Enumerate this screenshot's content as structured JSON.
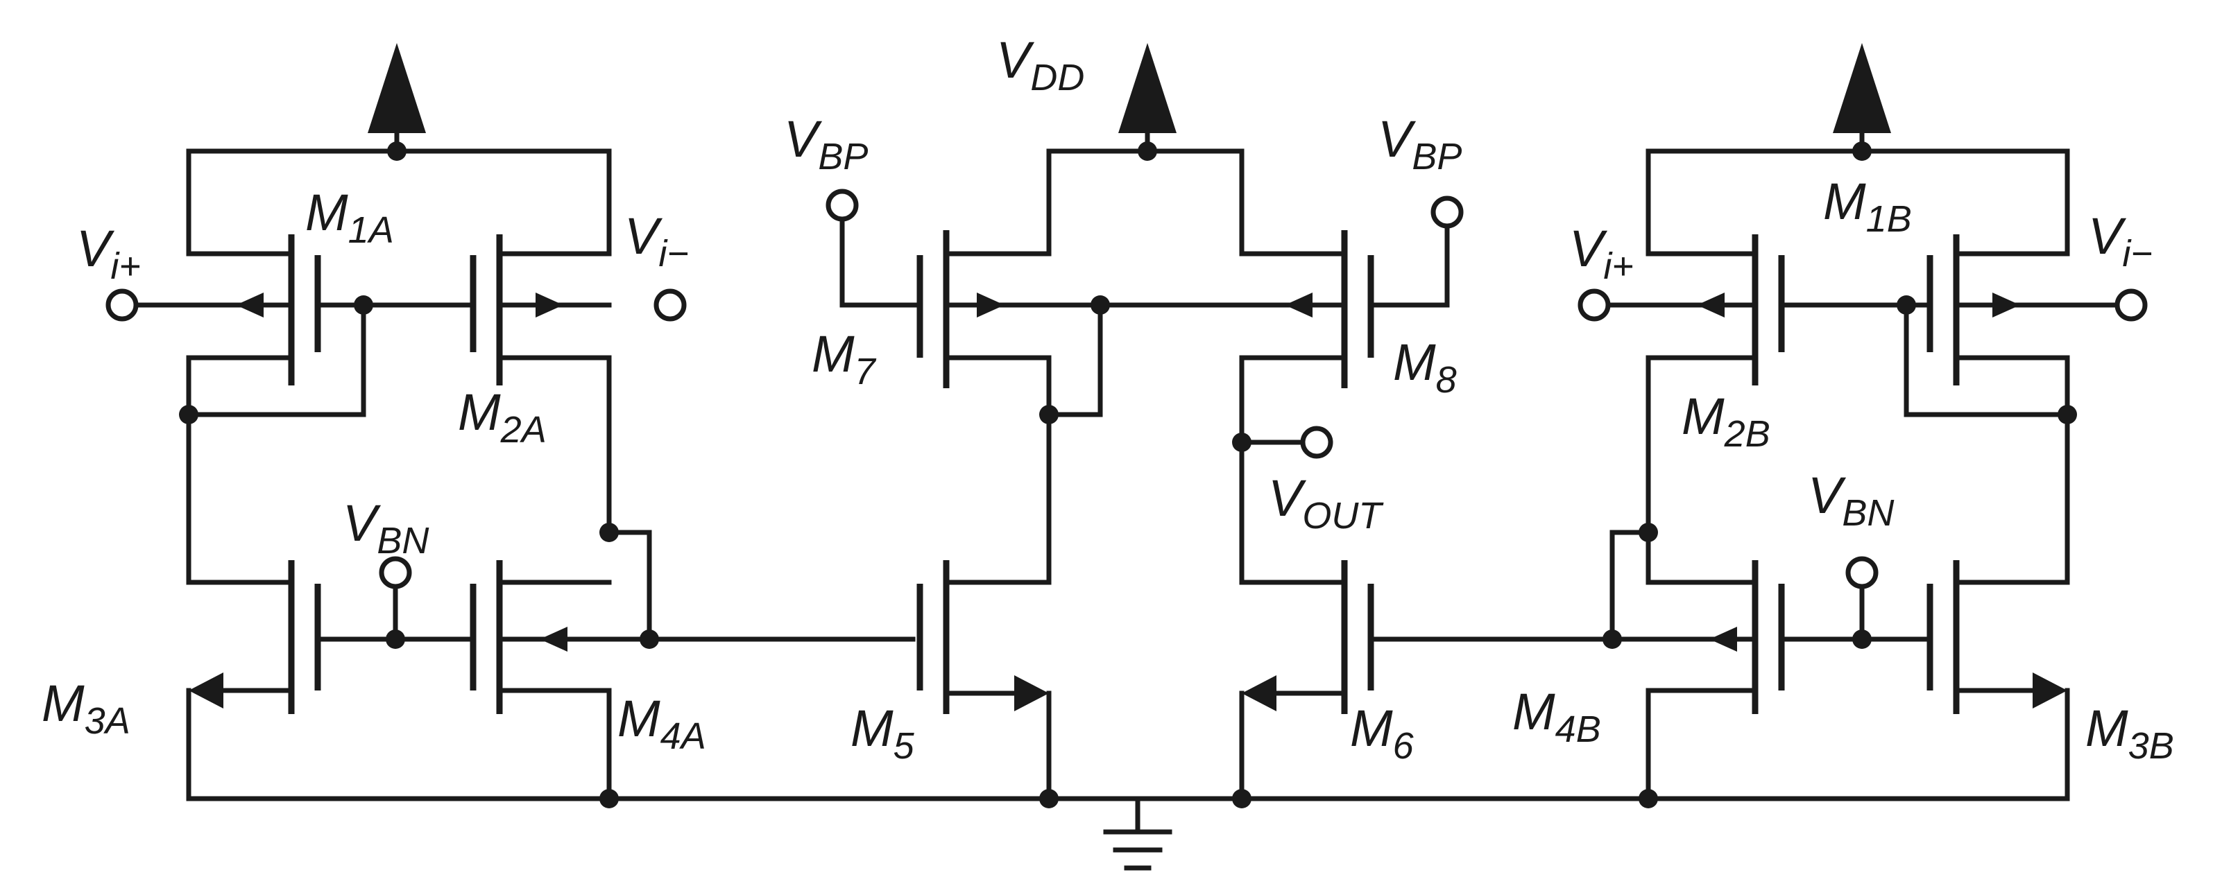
{
  "labels": {
    "vdd": {
      "main": "V",
      "sub": "DD"
    },
    "vbp": {
      "main": "V",
      "sub": "BP"
    },
    "vbn": {
      "main": "V",
      "sub": "BN"
    },
    "vout": {
      "main": "V",
      "sub": "OUT"
    },
    "vip": {
      "main": "V",
      "sub": "i+"
    },
    "vim": {
      "main": "V",
      "sub": "i−"
    },
    "m1a": {
      "main": "M",
      "sub": "1A"
    },
    "m2a": {
      "main": "M",
      "sub": "2A"
    },
    "m3a": {
      "main": "M",
      "sub": "3A"
    },
    "m4a": {
      "main": "M",
      "sub": "4A"
    },
    "m1b": {
      "main": "M",
      "sub": "1B"
    },
    "m2b": {
      "main": "M",
      "sub": "2B"
    },
    "m3b": {
      "main": "M",
      "sub": "3B"
    },
    "m4b": {
      "main": "M",
      "sub": "4B"
    },
    "m5": {
      "main": "M",
      "sub": "5"
    },
    "m6": {
      "main": "M",
      "sub": "6"
    },
    "m7": {
      "main": "M",
      "sub": "7"
    },
    "m8": {
      "main": "M",
      "sub": "8"
    }
  },
  "icons": [
    "supply-arrow-icon",
    "ground-icon",
    "terminal-circle-icon",
    "junction-dot-icon",
    "transistor-arrow-icon"
  ]
}
